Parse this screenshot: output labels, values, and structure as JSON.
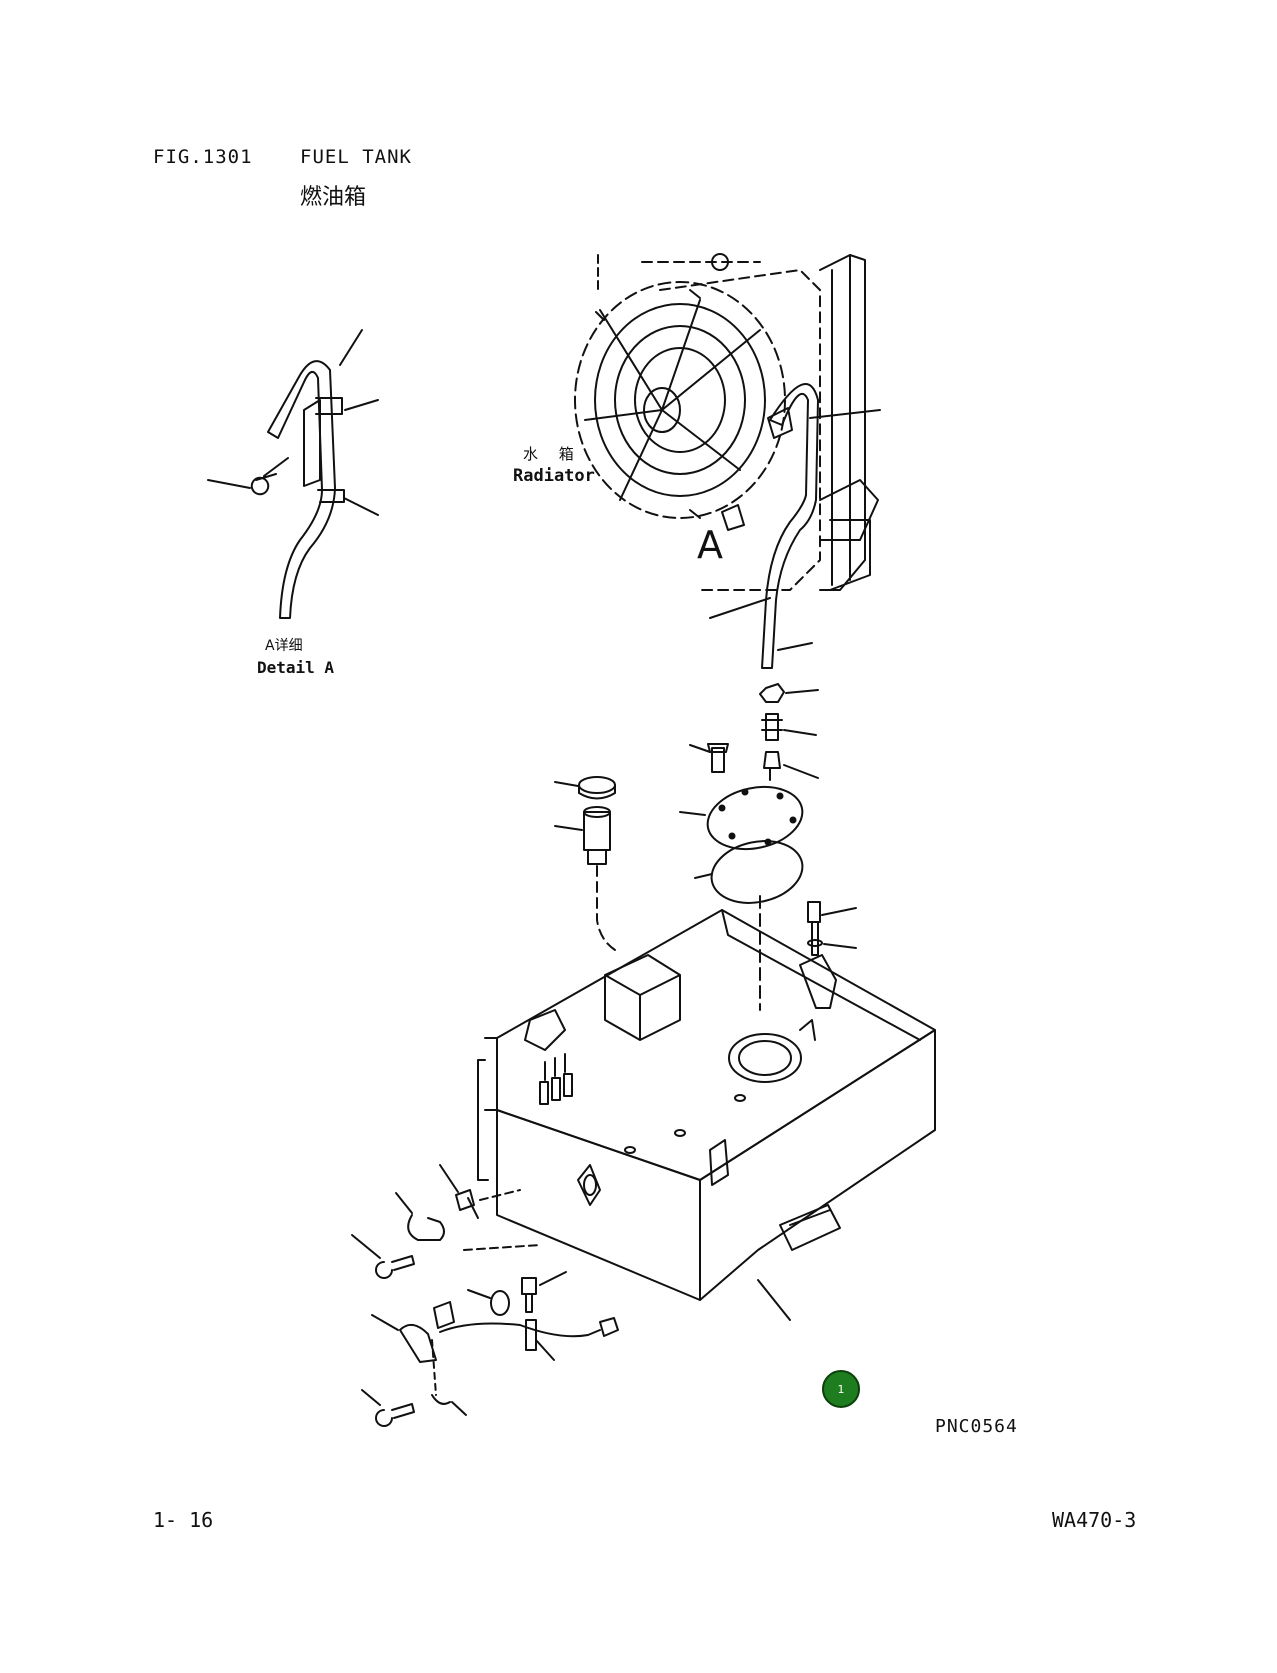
{
  "header": {
    "figure_number": "FIG.1301",
    "title": "FUEL TANK",
    "title_cn": "燃油箱"
  },
  "labels": {
    "radiator_cn": "水 箱",
    "radiator_en": "Radiator",
    "view_a": "A",
    "detail_cn": "A详细",
    "detail_en": "Detail A"
  },
  "drawing_code": "PNC0564",
  "marker": {
    "label": "1",
    "color": "#1e7d1e"
  },
  "footer": {
    "page": "1- 16",
    "model": "WA470-3"
  }
}
